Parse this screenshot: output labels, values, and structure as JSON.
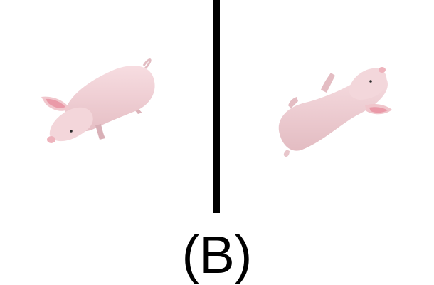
{
  "caption": "(B)",
  "colors": {
    "pig_body": "#f2d2d6",
    "pig_shadow": "#d9b3b9",
    "pig_ear_inner": "#ec9aa8",
    "divider": "#000000",
    "background": "#ffffff"
  },
  "panels": [
    {
      "subject": "pig",
      "icon": "pig-icon"
    },
    {
      "subject": "pig",
      "icon": "pig-icon"
    }
  ]
}
